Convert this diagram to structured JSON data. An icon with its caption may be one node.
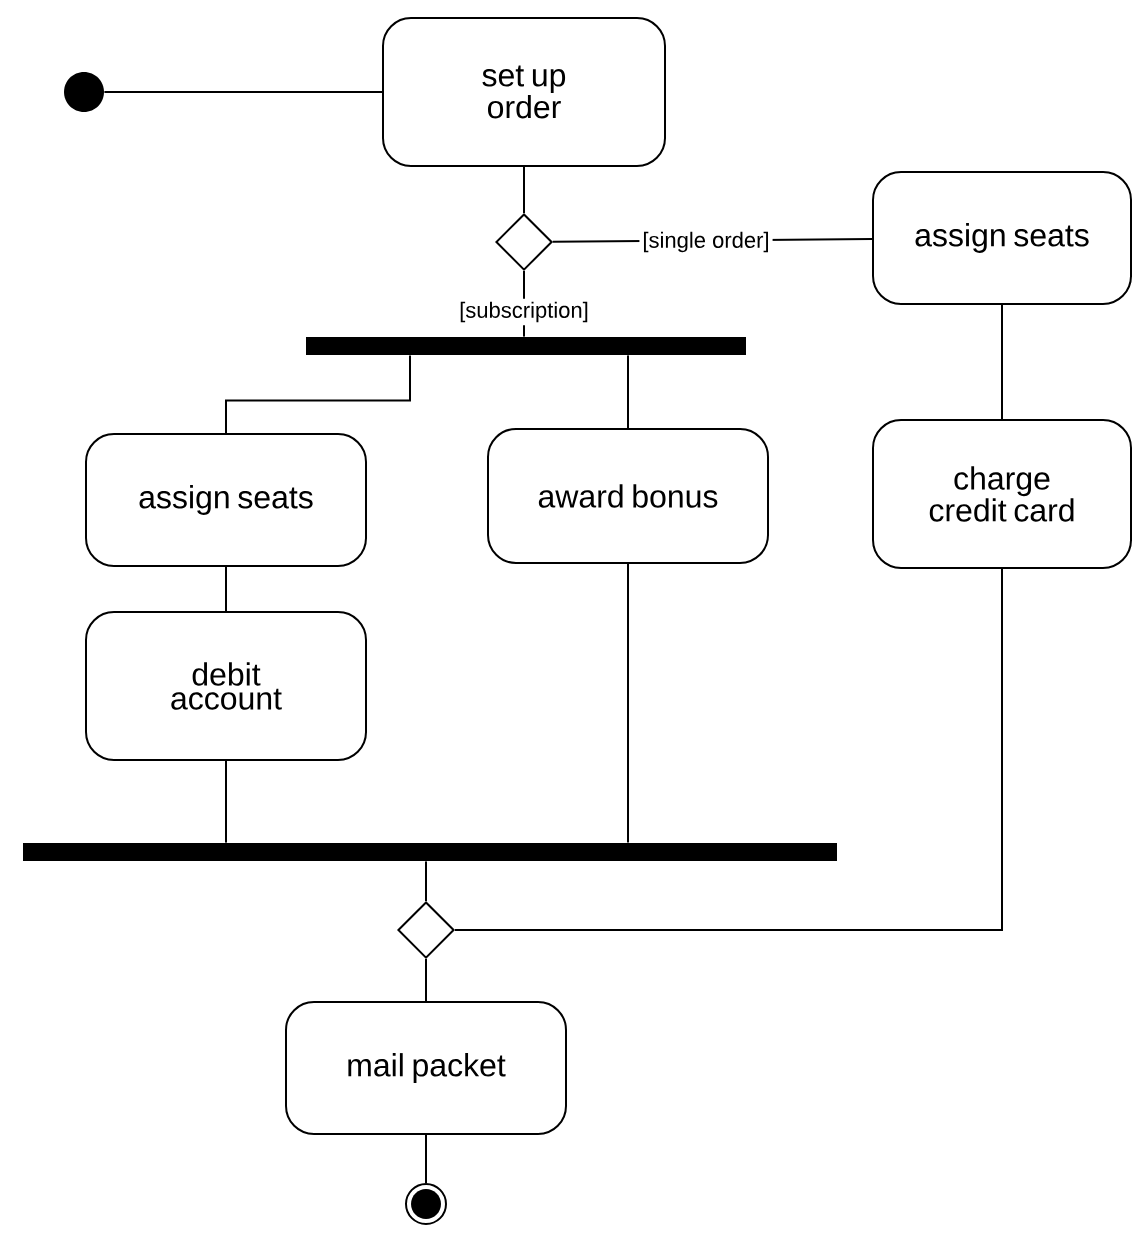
{
  "diagram": {
    "nodes": [
      {
        "text": [],
        "shape": "circle"
      },
      {
        "text": [
          "set up order"
        ]
      },
      {
        "text": [],
        "shape": "diamond"
      },
      {
        "text": [
          "assign seats"
        ]
      },
      {
        "text": [],
        "shape": "bar"
      },
      {
        "text": [
          "assign seats"
        ]
      },
      {
        "text": [
          "award bonus"
        ]
      },
      {
        "text": [
          "charge credit card"
        ]
      },
      {
        "text": [
          "debit account"
        ]
      },
      {
        "text": [],
        "shape": "bar"
      },
      {
        "text": [],
        "shape": "diamond"
      },
      {
        "text": [
          "mail packet"
        ]
      },
      {
        "text": [],
        "shape": "circle"
      }
    ],
    "edges": [
      {
        "from": 0,
        "to": 1,
        "arrow": "none"
      },
      {
        "from": 1,
        "to": 2,
        "arrow": "none"
      },
      {
        "from": 2,
        "to": 3,
        "arrow": "none",
        "label": "[single order]"
      },
      {
        "from": 2,
        "to": 4,
        "arrow": "none",
        "label": "[subscription]"
      },
      {
        "from": 4,
        "to": 5,
        "arrow": "none"
      },
      {
        "from": 4,
        "to": 6,
        "arrow": "none"
      },
      {
        "from": 3,
        "to": 7,
        "arrow": "none"
      },
      {
        "from": 5,
        "to": 8,
        "arrow": "none"
      },
      {
        "from": 8,
        "to": 9,
        "arrow": "none"
      },
      {
        "from": 6,
        "to": 9,
        "arrow": "none"
      },
      {
        "from": 9,
        "to": 10,
        "arrow": "none"
      },
      {
        "from": 7,
        "to": 10,
        "arrow": "none"
      },
      {
        "from": 10,
        "to": 11,
        "arrow": "none"
      },
      {
        "from": 11,
        "to": 12,
        "arrow": "none"
      }
    ]
  }
}
